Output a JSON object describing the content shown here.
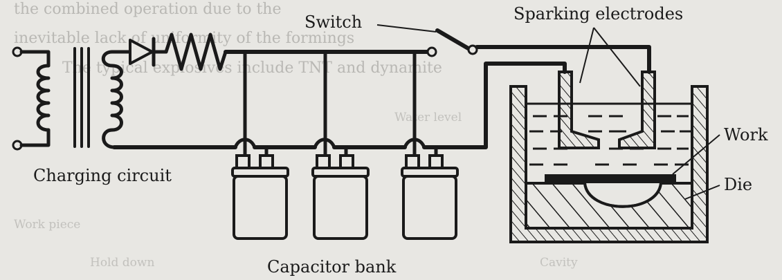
{
  "labels": {
    "switch": "Switch",
    "sparking_electrodes": "Sparking electrodes",
    "work": "Work",
    "die": "Die",
    "charging_circuit": "Charging circuit",
    "capacitor_bank": "Capacitor bank"
  },
  "bleed_through": {
    "line1": "the combined operation due to the",
    "line2": "inevitable lack of uniformity of the formings",
    "line3": "The typical explosives include TNT and dynamite",
    "line4": "Water level",
    "line5": "Work piece",
    "line6": "Hold down",
    "line7": "Cavity"
  }
}
